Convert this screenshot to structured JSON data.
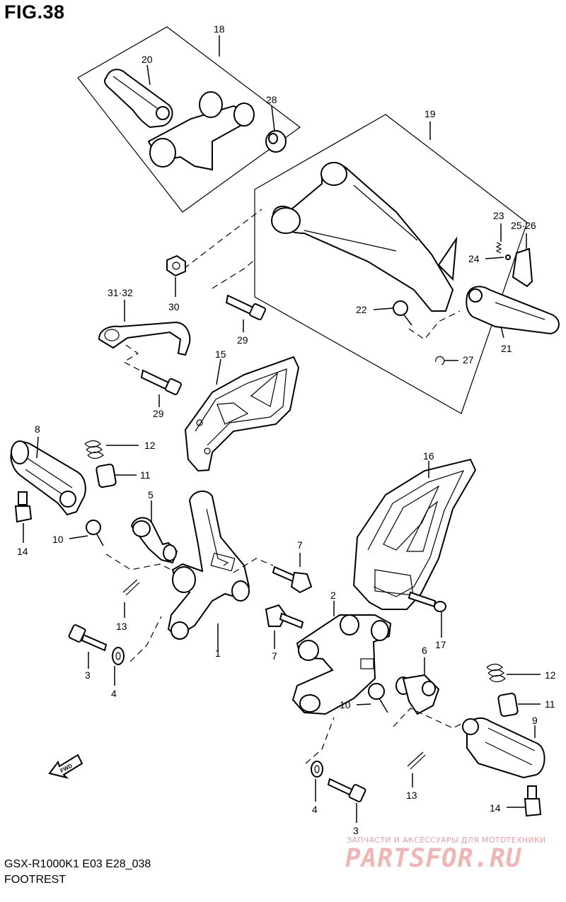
{
  "figure_title": "FIG.38",
  "model_code": "GSX-R1000K1 E03 E28_038",
  "section_name": "FOOTREST",
  "watermark": {
    "top_text": "ЗАПЧАСТИ И АКСЕССУАРЫ ДЛЯ МОТОТЕХНИКИ",
    "logo_text": "PARTSFOR.RU"
  },
  "front_arrow_label": "FWD",
  "callouts": {
    "c18": "18",
    "c20": "20",
    "c28": "28",
    "c19": "19",
    "c23": "23",
    "c25_26": "25·26",
    "c24": "24",
    "c30": "30",
    "c31_32": "31·32",
    "c29a": "29",
    "c22": "22",
    "c21": "21",
    "c27": "27",
    "c15": "15",
    "c29b": "29",
    "c8": "8",
    "c12a": "12",
    "c11a": "11",
    "c5": "5",
    "c14a": "14",
    "c10a": "10",
    "c16": "16",
    "c7a": "7",
    "c13a": "13",
    "c3a": "3",
    "c4a": "4",
    "c1": "1",
    "c2": "2",
    "c17": "17",
    "c7b": "7",
    "c6": "6",
    "c12b": "12",
    "c11b": "11",
    "c10b": "10",
    "c9": "9",
    "c13b": "13",
    "c14b": "14",
    "c4b": "4",
    "c3b": "3"
  }
}
